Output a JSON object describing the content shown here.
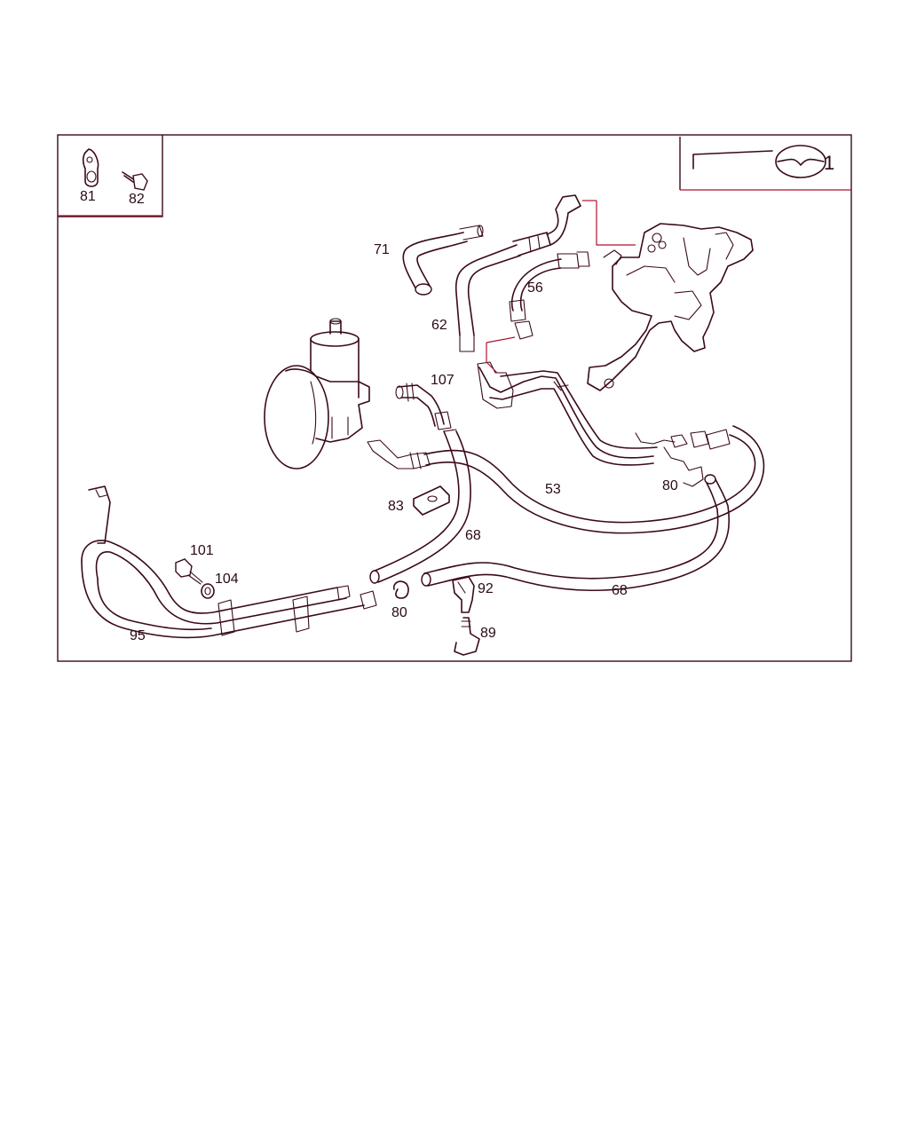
{
  "diagram": {
    "part_labels": {
      "p53": "53",
      "p56": "56",
      "p62": "62",
      "p68a": "68",
      "p68b": "68",
      "p71": "71",
      "p80a": "80",
      "p80b": "80",
      "p81": "81",
      "p82": "82",
      "p83": "83",
      "p89": "89",
      "p92": "92",
      "p95": "95",
      "p101": "101",
      "p104": "104",
      "p107": "107"
    },
    "legend_glyph": "1",
    "colors": {
      "line": "#3a0a18",
      "accent": "#b0102e"
    }
  }
}
